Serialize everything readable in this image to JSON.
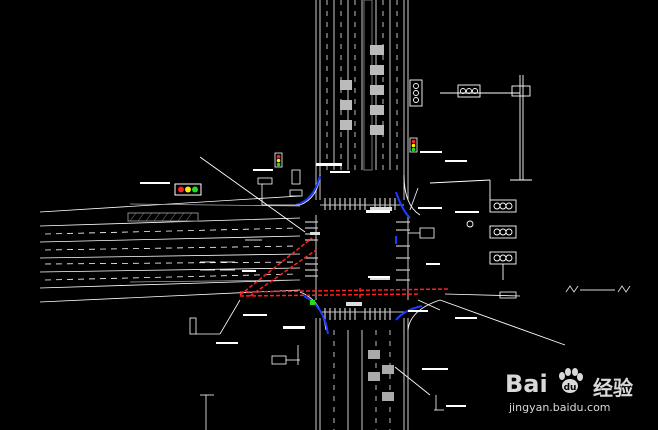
{
  "watermark": {
    "brand": "Bai",
    "brand_suffix": "",
    "brand_cn": "经验",
    "url": "jingyan.baidu.com"
  },
  "colors": {
    "background": "#000000",
    "lines": "#ffffff",
    "grey": "#9a9a9a",
    "red": "#ff2020",
    "blue": "#1e3cff",
    "green": "#22dd22",
    "yellow": "#ffee00"
  }
}
